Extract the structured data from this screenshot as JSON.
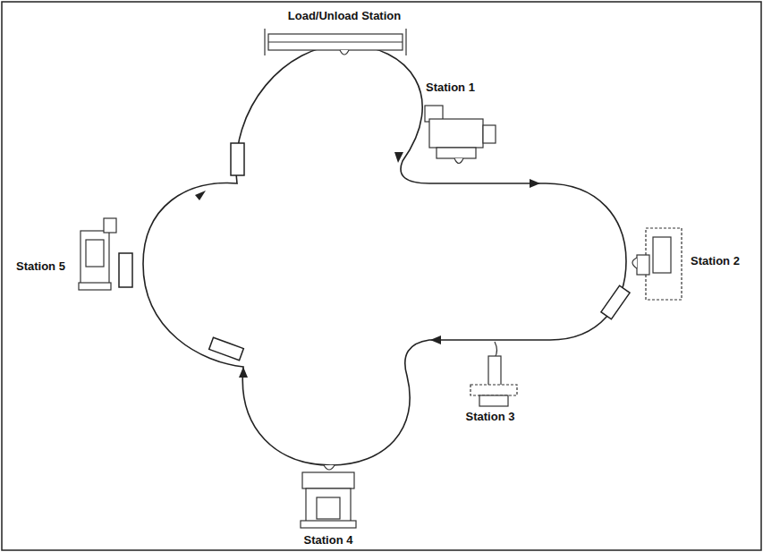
{
  "diagram": {
    "labels": [
      "Load/Unload Station",
      "Station 1",
      "Station 2",
      "Station 3",
      "Station 4",
      "Station 5"
    ]
  }
}
